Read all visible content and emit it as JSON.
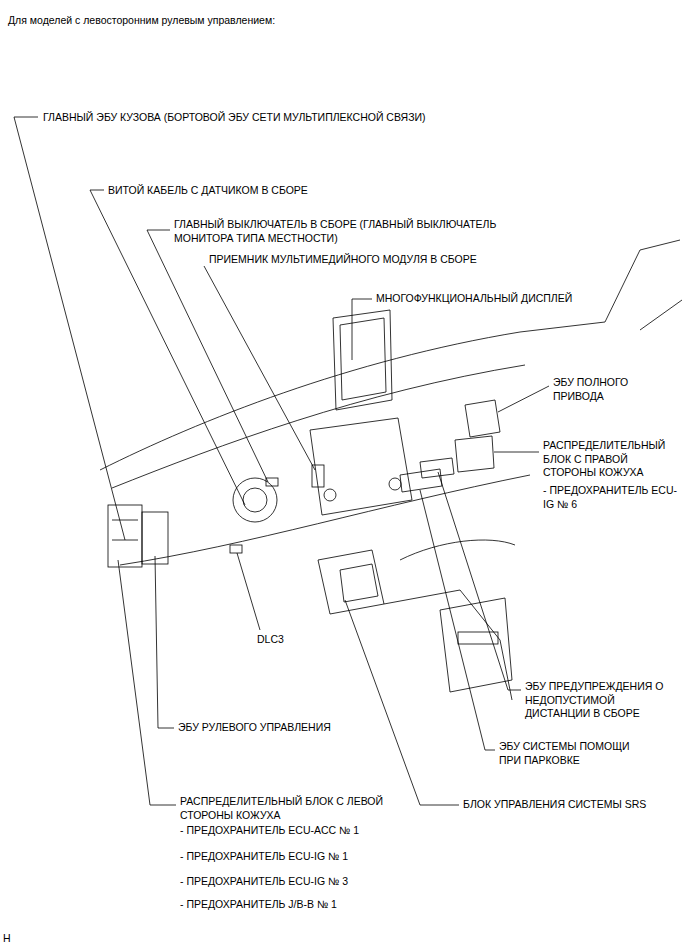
{
  "diagram": {
    "title": "Для моделей с левосторонним рулевым управлением:",
    "labels": [
      "ГЛАВНЫЙ ЭБУ КУЗОВА (БОРТОВОЙ ЭБУ СЕТИ МУЛЬТИПЛЕКСНОЙ СВЯЗИ)",
      "ВИТОЙ КАБЕЛЬ С ДАТЧИКОМ В СБОРЕ",
      "ГЛАВНЫЙ ВЫКЛЮЧАТЕЛЬ В СБОРЕ (ГЛАВНЫЙ ВЫКЛЮЧАТЕЛЬ МОНИТОРА ТИПА МЕСТНОСТИ)",
      "ПРИЕМНИК МУЛЬТИМЕДИЙНОГО МОДУЛЯ В СБОРЕ",
      "МНОГОФУНКЦИОНАЛЬНЫЙ ДИСПЛЕЙ",
      "ЭБУ ПОЛНОГО ПРИВОДА",
      "РАСПРЕДЕЛИТЕЛЬНЫЙ БЛОК С ПРАВОЙ СТОРОНЫ КОЖУХА",
      "- ПРЕДОХРАНИТЕЛЬ ECU-IG № 6",
      "DLC3",
      "ЭБУ ПРЕДУПРЕЖДЕНИЯ О НЕДОПУСТИМОЙ ДИСТАНЦИИ В СБОРЕ",
      "ЭБУ РУЛЕВОГО УПРАВЛЕНИЯ",
      "ЭБУ СИСТЕМЫ ПОМОЩИ ПРИ ПАРКОВКЕ",
      "РАСПРЕДЕЛИТЕЛЬНЫЙ БЛОК С ЛЕВОЙ СТОРОНЫ КОЖУХА",
      "- ПРЕДОХРАНИТЕЛЬ ECU-ACC № 1",
      "- ПРЕДОХРАНИТЕЛЬ ECU-IG № 1",
      "- ПРЕДОХРАНИТЕЛЬ ECU-IG № 3",
      "- ПРЕДОХРАНИТЕЛЬ J/B-B № 1",
      "БЛОК УПРАВЛЕНИЯ СИСТЕМЫ SRS",
      "H"
    ]
  }
}
